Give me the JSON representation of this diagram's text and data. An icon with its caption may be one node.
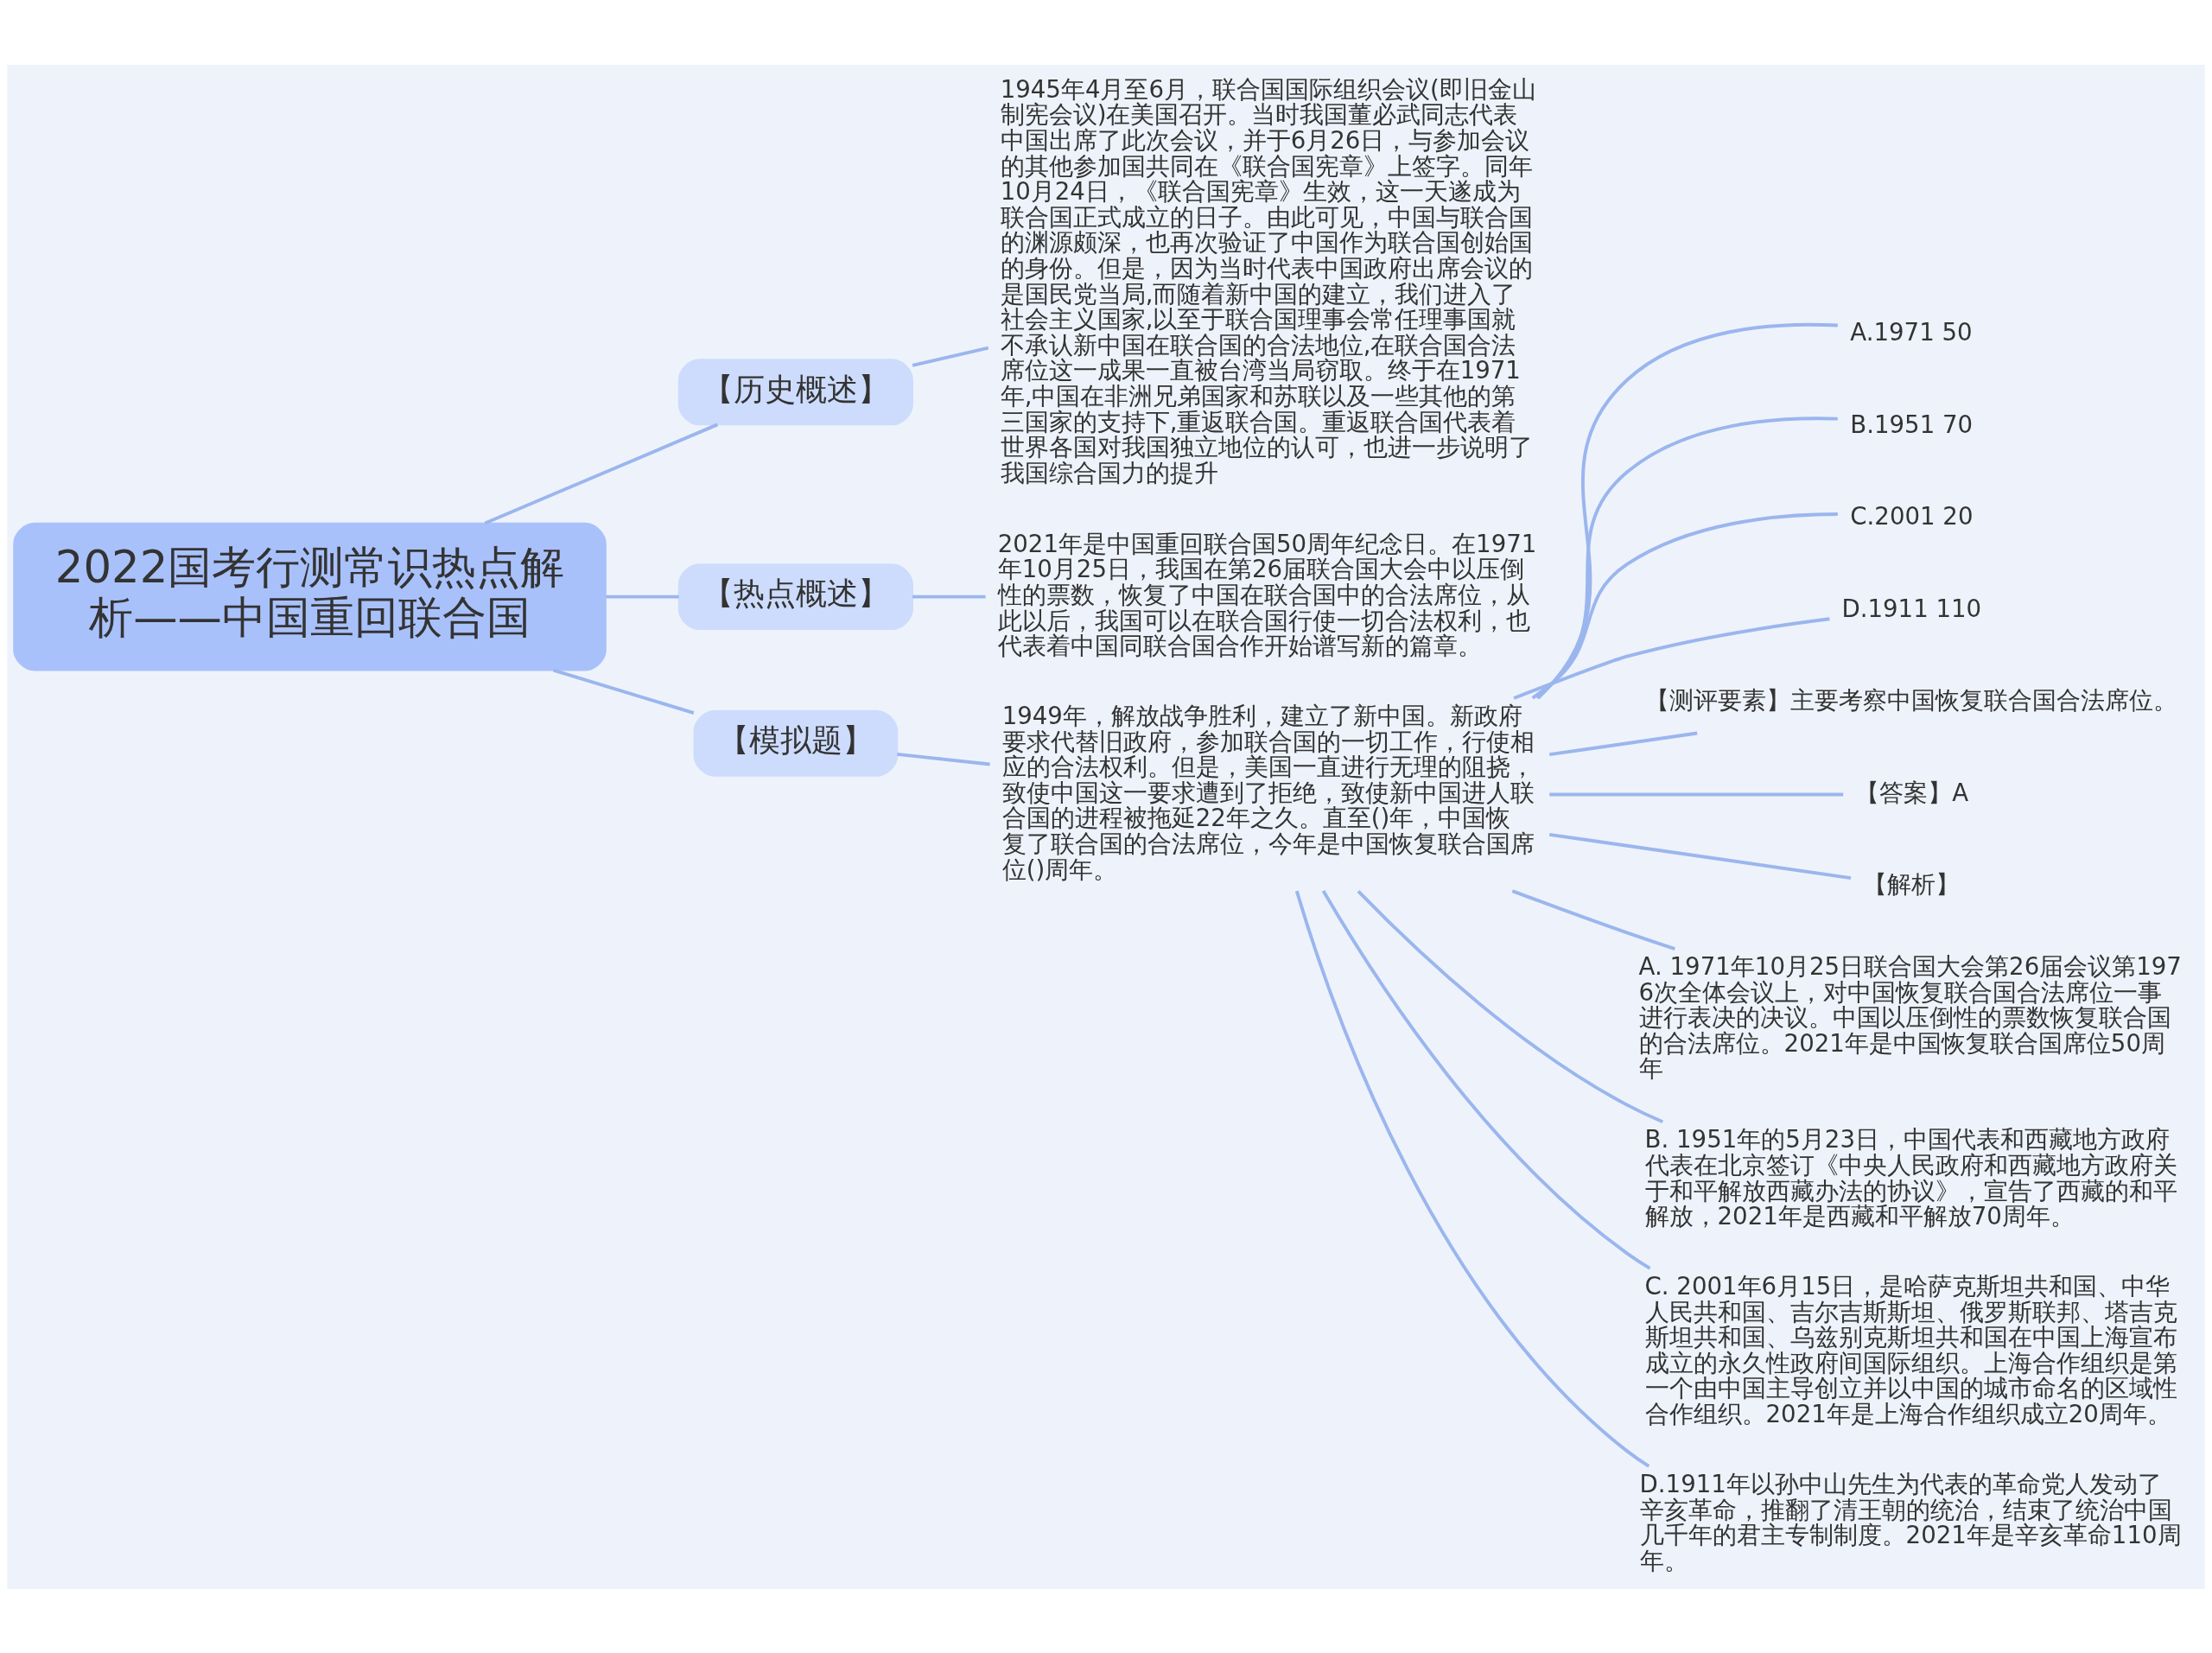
{
  "diagram": {
    "nodes": [
      {
        "text": [
          "2022国考行测常识热点解析——中国重回联合国"
        ]
      },
      {
        "text": [
          "【历史概述】"
        ]
      },
      {
        "text": [
          "1945年4月至6月，联合国国际组织会议(即旧金山制宪会议)在美国召开。当时我国董必武同志代表中国出席了此次会议，并于6月26日，与参加会议的其他参加国共同在《联合国宪章》上签字。同年10月24日，《联合国宪章》生效，这一天遂成为联合国正式成立的日子。由此可见，中国与联合国的渊源颇深，也再次验证了中国作为联合国创始国的身份。但是，因为当时代表中国政府出席会议的是国民党当局,而随着新中国的建立，我们进入了社会主义国家,以至于联合国理事会常任理事国就不承认新中国在联合国的合法地位,在联合国合法席位这一成果一直被台湾当局窃取。终于在1971年,中国在非洲兄弟国家和苏联以及一些其他的第三国家的支持下,重返联合国。重返联合国代表着世界各国对我国独立地位的认可，也进一步说明了我国综合国力的提升"
        ]
      },
      {
        "text": [
          "【热点概述】"
        ]
      },
      {
        "text": [
          "2021年是中国重回联合国50周年纪念日。在1971年10月25日，我国在第26届联合国大会中以压倒性的票数，恢复了中国在联合国中的合法席位，从此以后，我国可以在联合国行使一切合法权利，也代表着中国同联合国合作开始谱写新的篇章。"
        ]
      },
      {
        "text": [
          "【模拟题】"
        ]
      },
      {
        "text": [
          "1949年，解放战争胜利，建立了新中国。新政府要求代替旧政府，参加联合国的一切工作，行使相应的合法权利。但是，美国一直进行无理的阻挠，致使中国这一要求遭到了拒绝，致使新中国进人联合国的进程被拖延22年之久。直至()年，中国恢复了联合国的合法席位，今年是中国恢复联合国席位()周年。"
        ]
      },
      {
        "text": [
          "A.1971 50"
        ]
      },
      {
        "text": [
          "B.1951 70"
        ]
      },
      {
        "text": [
          "C.2001 20"
        ]
      },
      {
        "text": [
          "D.1911 110"
        ]
      },
      {
        "text": [
          "【测评要素】主要考察中国恢复联合国合法席位。"
        ]
      },
      {
        "text": [
          "【答案】A"
        ]
      },
      {
        "text": [
          "【解析】"
        ]
      },
      {
        "text": [
          "A. 1971年10月25日联合国大会第26届会议第1976次全体会议上，对中国恢复联合国合法席位一事进行表决的决议。中国以压倒性的票数恢复联合国的合法席位。2021年是中国恢复联合国席位50周年"
        ]
      },
      {
        "text": [
          "B. 1951年的5月23日，中国代表和西藏地方政府代表在北京签订《中央人民政府和西藏地方政府关于和平解放西藏办法的协议》，宣告了西藏的和平解放，2021年是西藏和平解放70周年。"
        ]
      },
      {
        "text": [
          "C. 2001年6月15日，是哈萨克斯坦共和国、中华人民共和国、吉尔吉斯斯坦、俄罗斯联邦、塔吉克斯坦共和国、乌兹别克斯坦共和国在中国上海宣布成立的永久性政府间国际组织。上海合作组织是第一个由中国主导创立并以中国的城市命名的区域性合作组织。2021年是上海合作组织成立20周年。"
        ]
      },
      {
        "text": [
          "D.1911年以孙中山先生为代表的革命党人发动了辛亥革命，推翻了清王朝的统治，结束了统治中国几千年的君主专制制度。2021年是辛亥革命110周年。"
        ]
      }
    ],
    "edges": [
      {
        "from": 0,
        "to": 1,
        "arrow": "none"
      },
      {
        "from": 1,
        "to": 2,
        "arrow": "none"
      },
      {
        "from": 0,
        "to": 3,
        "arrow": "none"
      },
      {
        "from": 3,
        "to": 4,
        "arrow": "none"
      },
      {
        "from": 0,
        "to": 5,
        "arrow": "none"
      },
      {
        "from": 5,
        "to": 6,
        "arrow": "none"
      },
      {
        "from": 6,
        "to": 7,
        "arrow": "none"
      },
      {
        "from": 6,
        "to": 8,
        "arrow": "none"
      },
      {
        "from": 6,
        "to": 9,
        "arrow": "none"
      },
      {
        "from": 6,
        "to": 10,
        "arrow": "none"
      },
      {
        "from": 6,
        "to": 11,
        "arrow": "none"
      },
      {
        "from": 6,
        "to": 12,
        "arrow": "none"
      },
      {
        "from": 6,
        "to": 13,
        "arrow": "none"
      },
      {
        "from": 6,
        "to": 14,
        "arrow": "none"
      },
      {
        "from": 6,
        "to": 15,
        "arrow": "none"
      },
      {
        "from": 6,
        "to": 16,
        "arrow": "none"
      },
      {
        "from": 6,
        "to": 17,
        "arrow": "none"
      }
    ]
  }
}
